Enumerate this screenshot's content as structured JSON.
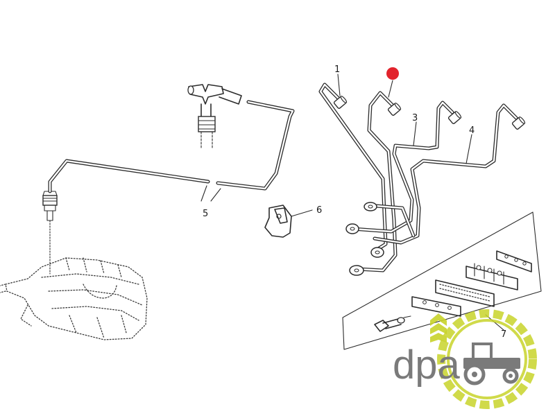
{
  "callouts": {
    "c1": "1",
    "c3": "3",
    "c4": "4",
    "c5": "5",
    "c6": "6",
    "c7": "7"
  },
  "logo": {
    "text": "dpa",
    "icon": "tractor-gear-icon"
  },
  "marker": {
    "icon": "red-dot-marker",
    "color": "#e0101a"
  },
  "colors": {
    "line": "#2b2b2b",
    "logo_green": "#c8d32a",
    "logo_gray": "#7a7a7a"
  }
}
